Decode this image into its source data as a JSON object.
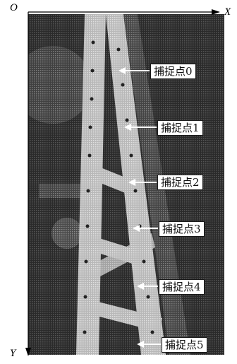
{
  "axes": {
    "origin_label": "O",
    "x_label": "X",
    "y_label": "Y"
  },
  "callouts": [
    {
      "label": "捕捉点0"
    },
    {
      "label": "捕捉点1"
    },
    {
      "label": "捕捉点2"
    },
    {
      "label": "捕捉点3"
    },
    {
      "label": "捕捉点4"
    },
    {
      "label": "捕捉点5"
    }
  ]
}
